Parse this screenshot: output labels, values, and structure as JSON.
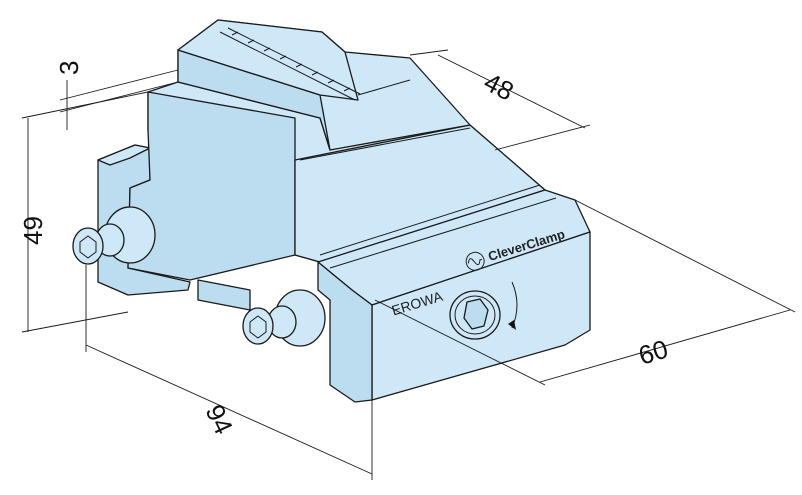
{
  "drawing": {
    "brand": "EROWA",
    "product": "CleverClamp",
    "colors": {
      "part_fill": "#cfe8f8",
      "line": "#1a1a1a"
    }
  },
  "dimensions": {
    "jaw_step": "3",
    "jaw_width": "48",
    "height": "49",
    "depth": "60",
    "length": "94"
  }
}
